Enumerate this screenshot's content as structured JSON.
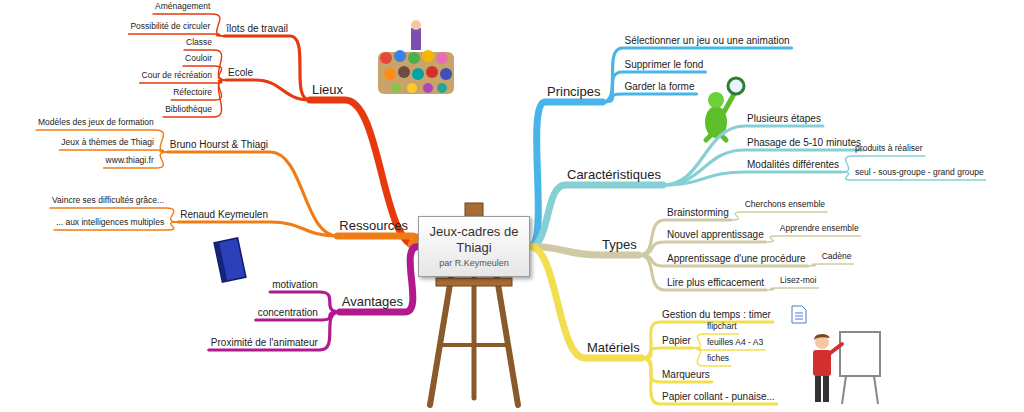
{
  "diagram": {
    "nodes": [
      {
        "text": [
          "Jeux-cadres de Thiagi",
          "par R.Keymeulen"
        ]
      },
      {
        "text": [
          "Lieux"
        ]
      },
      {
        "text": [
          "îlots de travail"
        ]
      },
      {
        "text": [
          "Aménagement"
        ]
      },
      {
        "text": [
          "Possibilité de circuler"
        ]
      },
      {
        "text": [
          "Ecole"
        ]
      },
      {
        "text": [
          "Classe"
        ]
      },
      {
        "text": [
          "Couloir"
        ]
      },
      {
        "text": [
          "Cour de récréation"
        ]
      },
      {
        "text": [
          "Réfectoire"
        ]
      },
      {
        "text": [
          "Bibliothèque"
        ]
      },
      {
        "text": [
          "Ressources"
        ]
      },
      {
        "text": [
          "Bruno Hourst & Thiagi"
        ]
      },
      {
        "text": [
          "Modèles des jeux de formation"
        ]
      },
      {
        "text": [
          "Jeux à thèmes de Thiagi"
        ]
      },
      {
        "text": [
          "www.thiagi.fr"
        ]
      },
      {
        "text": [
          "Renaud Keymeulen"
        ]
      },
      {
        "text": [
          "Vaincre ses difficultés grâce..."
        ]
      },
      {
        "text": [
          "... aux intelligences multiples"
        ]
      },
      {
        "text": [
          "Avantages"
        ]
      },
      {
        "text": [
          "motivation"
        ]
      },
      {
        "text": [
          "concentration"
        ]
      },
      {
        "text": [
          "Proximité de l'animateur"
        ]
      },
      {
        "text": [
          "Principes"
        ]
      },
      {
        "text": [
          "Sélectionner un jeu ou une animation"
        ]
      },
      {
        "text": [
          "Supprimer le fond"
        ]
      },
      {
        "text": [
          "Garder la forme"
        ]
      },
      {
        "text": [
          "Caractéristiques"
        ]
      },
      {
        "text": [
          "Plusieurs étapes"
        ]
      },
      {
        "text": [
          "Phasage de 5-10 minutes"
        ]
      },
      {
        "text": [
          "Modalités différentes"
        ]
      },
      {
        "text": [
          "produits à réaliser"
        ]
      },
      {
        "text": [
          "seul - sous-groupe - grand groupe"
        ]
      },
      {
        "text": [
          "Types"
        ]
      },
      {
        "text": [
          "Brainstorming"
        ]
      },
      {
        "text": [
          "Cherchons ensemble"
        ]
      },
      {
        "text": [
          "Nouvel apprentissage"
        ]
      },
      {
        "text": [
          "Apprendre ensemble"
        ]
      },
      {
        "text": [
          "Apprentissage d'une procédure"
        ]
      },
      {
        "text": [
          "Cadène"
        ]
      },
      {
        "text": [
          "Lire plus efficacement"
        ]
      },
      {
        "text": [
          "Lisez-moi"
        ]
      },
      {
        "text": [
          "Matériels"
        ]
      },
      {
        "text": [
          "Gestion du temps : timer"
        ]
      },
      {
        "text": [
          "Papier"
        ]
      },
      {
        "text": [
          "flipchart"
        ]
      },
      {
        "text": [
          "feuilles A4 - A3"
        ]
      },
      {
        "text": [
          "fiches"
        ]
      },
      {
        "text": [
          "Marqueurs"
        ]
      },
      {
        "text": [
          "Papier collant - punaise..."
        ]
      }
    ],
    "edges": [
      {
        "from": 0,
        "to": 1,
        "arrow": "none"
      },
      {
        "from": 1,
        "to": 2,
        "arrow": "none"
      },
      {
        "from": 2,
        "to": 3,
        "arrow": "none"
      },
      {
        "from": 2,
        "to": 4,
        "arrow": "none"
      },
      {
        "from": 1,
        "to": 5,
        "arrow": "none"
      },
      {
        "from": 5,
        "to": 6,
        "arrow": "none"
      },
      {
        "from": 5,
        "to": 7,
        "arrow": "none"
      },
      {
        "from": 5,
        "to": 8,
        "arrow": "none"
      },
      {
        "from": 5,
        "to": 9,
        "arrow": "none"
      },
      {
        "from": 5,
        "to": 10,
        "arrow": "none"
      },
      {
        "from": 0,
        "to": 11,
        "arrow": "none"
      },
      {
        "from": 11,
        "to": 12,
        "arrow": "none"
      },
      {
        "from": 12,
        "to": 13,
        "arrow": "none"
      },
      {
        "from": 12,
        "to": 14,
        "arrow": "none"
      },
      {
        "from": 12,
        "to": 15,
        "arrow": "none"
      },
      {
        "from": 11,
        "to": 16,
        "arrow": "none"
      },
      {
        "from": 16,
        "to": 17,
        "arrow": "none"
      },
      {
        "from": 16,
        "to": 18,
        "arrow": "none"
      },
      {
        "from": 0,
        "to": 19,
        "arrow": "none"
      },
      {
        "from": 19,
        "to": 20,
        "arrow": "none"
      },
      {
        "from": 19,
        "to": 21,
        "arrow": "none"
      },
      {
        "from": 19,
        "to": 22,
        "arrow": "none"
      },
      {
        "from": 0,
        "to": 23,
        "arrow": "none"
      },
      {
        "from": 23,
        "to": 24,
        "arrow": "none"
      },
      {
        "from": 23,
        "to": 25,
        "arrow": "none"
      },
      {
        "from": 23,
        "to": 26,
        "arrow": "none"
      },
      {
        "from": 0,
        "to": 27,
        "arrow": "none"
      },
      {
        "from": 27,
        "to": 28,
        "arrow": "none"
      },
      {
        "from": 27,
        "to": 29,
        "arrow": "none"
      },
      {
        "from": 27,
        "to": 30,
        "arrow": "none"
      },
      {
        "from": 30,
        "to": 31,
        "arrow": "none"
      },
      {
        "from": 30,
        "to": 32,
        "arrow": "none"
      },
      {
        "from": 0,
        "to": 33,
        "arrow": "none"
      },
      {
        "from": 33,
        "to": 34,
        "arrow": "none"
      },
      {
        "from": 34,
        "to": 35,
        "arrow": "none"
      },
      {
        "from": 33,
        "to": 36,
        "arrow": "none"
      },
      {
        "from": 36,
        "to": 37,
        "arrow": "none"
      },
      {
        "from": 33,
        "to": 38,
        "arrow": "none"
      },
      {
        "from": 38,
        "to": 39,
        "arrow": "none"
      },
      {
        "from": 33,
        "to": 40,
        "arrow": "none"
      },
      {
        "from": 40,
        "to": 41,
        "arrow": "none"
      },
      {
        "from": 0,
        "to": 42,
        "arrow": "none"
      },
      {
        "from": 42,
        "to": 43,
        "arrow": "none"
      },
      {
        "from": 42,
        "to": 44,
        "arrow": "none"
      },
      {
        "from": 44,
        "to": 45,
        "arrow": "none"
      },
      {
        "from": 44,
        "to": 46,
        "arrow": "none"
      },
      {
        "from": 44,
        "to": 47,
        "arrow": "none"
      },
      {
        "from": 42,
        "to": 48,
        "arrow": "none"
      },
      {
        "from": 42,
        "to": 49,
        "arrow": "none"
      }
    ]
  }
}
